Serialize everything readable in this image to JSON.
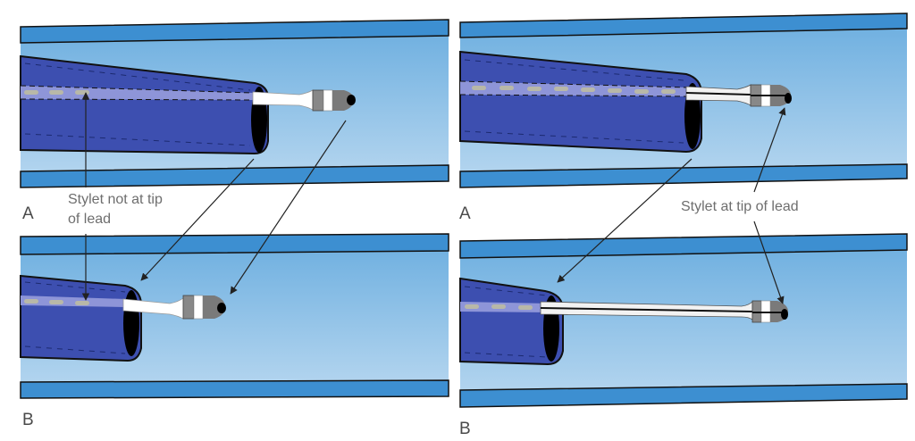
{
  "figure": {
    "left_column": {
      "panel_a": {
        "letter": "A"
      },
      "panel_b": {
        "letter": "B"
      },
      "callout": {
        "line1": "Stylet not at tip",
        "line2": "of lead"
      }
    },
    "right_column": {
      "panel_a": {
        "letter": "A"
      },
      "panel_b": {
        "letter": "B"
      },
      "callout": {
        "text": "Stylet at tip of lead"
      }
    }
  },
  "colors": {
    "vessel_wall": "#3d8fd1",
    "vessel_lumen_top": "#6fb0e0",
    "vessel_lumen_bottom": "#b6d6ef",
    "sheath": "#3d4fb0",
    "sheath_channel": "#8e95d8",
    "stylet_dash": "#a8a8a0",
    "outline": "#111111"
  }
}
